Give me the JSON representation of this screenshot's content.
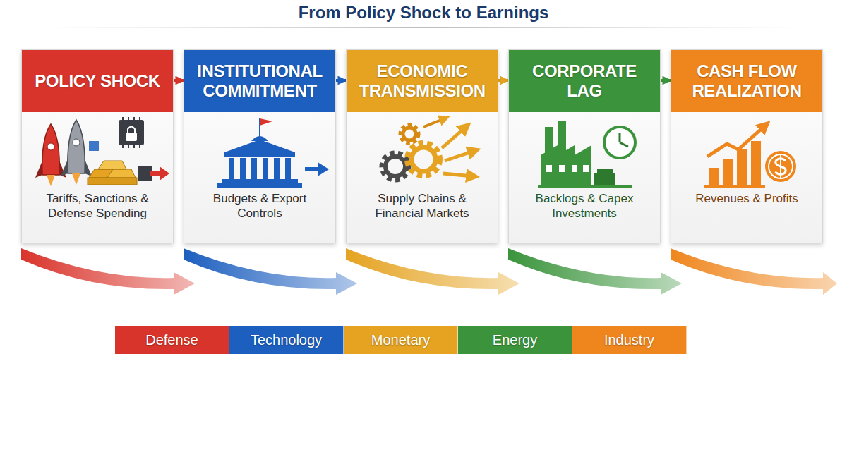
{
  "diagram": {
    "title": "From Policy Shock to Earnings",
    "nodes": [
      {
        "text": [
          "POLICY SHOCK",
          "Tariffs, Sanctions & Defense Spending"
        ]
      },
      {
        "text": [
          "INSTITUTIONAL COMMITMENT",
          "Budgets & Export Controls"
        ]
      },
      {
        "text": [
          "ECONOMIC TRANSMISSION",
          "Supply Chains & Financial Markets"
        ]
      },
      {
        "text": [
          "CORPORATE LAG",
          "Backlogs & Capex Investments"
        ]
      },
      {
        "text": [
          "CASH FLOW REALIZATION",
          "Revenues & Profits"
        ]
      }
    ],
    "edges": [
      {
        "from": 0,
        "to": 1,
        "arrow": "to"
      },
      {
        "from": 1,
        "to": 2,
        "arrow": "to"
      },
      {
        "from": 2,
        "to": 3,
        "arrow": "to"
      },
      {
        "from": 3,
        "to": 4,
        "arrow": "to"
      }
    ],
    "legend": [
      {
        "text": "Defense",
        "color": "#d9342b"
      },
      {
        "text": "Technology",
        "color": "#1d5fbf"
      },
      {
        "text": "Monetary",
        "color": "#e5a321"
      },
      {
        "text": "Energy",
        "color": "#3b943c"
      },
      {
        "text": "Industry",
        "color": "#ef861d"
      }
    ]
  }
}
